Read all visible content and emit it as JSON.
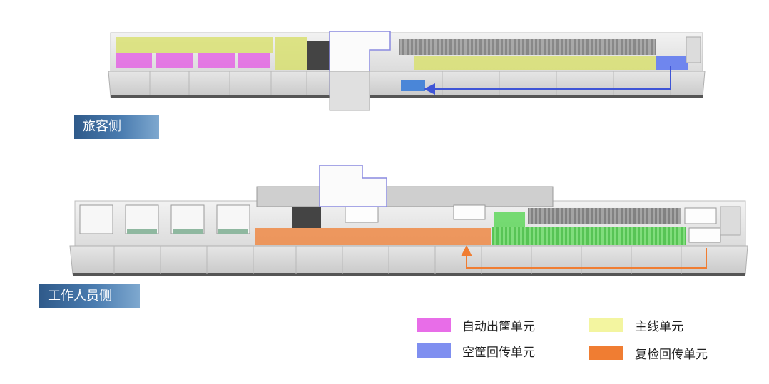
{
  "labels": {
    "passenger_side": "旅客侧",
    "staff_side": "工作人员侧"
  },
  "legend": [
    {
      "label": "自动出筐单元",
      "color": "#e86de8"
    },
    {
      "label": "主线单元",
      "color": "#f3f5a0"
    },
    {
      "label": "空筐回传单元",
      "color": "#7f8ff0"
    },
    {
      "label": "复检回传单元",
      "color": "#f07d32"
    }
  ],
  "colors": {
    "unit_magenta": "#e467e4",
    "unit_yellow": "#d8e06a",
    "unit_blue": "#6f86ee",
    "unit_orange": "#f07d32",
    "unit_green": "#58d654",
    "return_arrow_blue": "#3f55d6",
    "return_arrow_orange": "#f07d32"
  }
}
